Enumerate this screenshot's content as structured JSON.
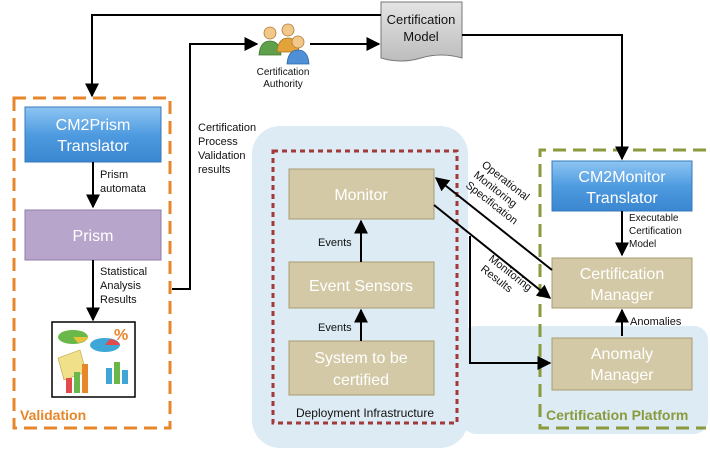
{
  "colors": {
    "validation_orange": "#E8862A",
    "platform_green": "#8A9A3C",
    "deploy_red": "#A23A3A",
    "infra_blue_bg": "#DCEBF4",
    "tan_box": "#D4C9A6",
    "blue_box": "#4F9BE0",
    "prism_purple": "#B8A5CC"
  },
  "certification_model": {
    "line1": "Certification",
    "line2": "Model"
  },
  "certification_authority": {
    "line1": "Certification",
    "line2": "Authority",
    "icon": "people-group-icon"
  },
  "validation": {
    "title": "Validation",
    "cm2prism": {
      "line1": "CM2Prism",
      "line2": "Translator"
    },
    "prism_automata": {
      "line1": "Prism",
      "line2": "automata"
    },
    "prism": "Prism",
    "statistical": {
      "line1": "Statistical",
      "line2": "Analysis",
      "line3": "Results"
    },
    "chart_icon": "charts-collage-icon"
  },
  "validation_results_label": {
    "line1": "Certification",
    "line2": "Process",
    "line3": "Validation",
    "line4": "results"
  },
  "deployment": {
    "title": "Deployment Infrastructure",
    "monitor": "Monitor",
    "event_sensors": "Event Sensors",
    "system": {
      "line1": "System to be",
      "line2": "certified"
    },
    "events_upper": "Events",
    "events_lower": "Events"
  },
  "operational_spec": {
    "line1": "Operational",
    "line2": "Monitoring",
    "line3": "Specification"
  },
  "monitoring_results": {
    "line1": "Monitoring",
    "line2": "Results"
  },
  "platform": {
    "title": "Certification Platform",
    "cm2monitor": {
      "line1": "CM2Monitor",
      "line2": "Translator"
    },
    "executable": {
      "line1": "Executable",
      "line2": "Certification",
      "line3": "Model"
    },
    "cert_manager": {
      "line1": "Certification",
      "line2": "Manager"
    },
    "anomalies": "Anomalies",
    "anomaly_manager": {
      "line1": "Anomaly",
      "line2": "Manager"
    }
  }
}
